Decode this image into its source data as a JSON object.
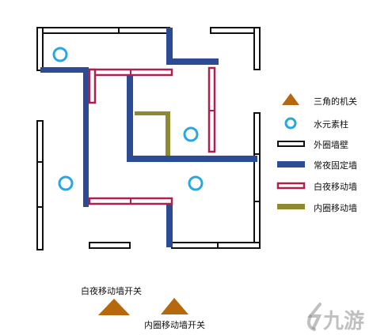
{
  "legend": {
    "items": [
      {
        "label": "三角的机关",
        "icon": "triangle-mechanism-icon"
      },
      {
        "label": "水元素柱",
        "icon": "water-pillar-icon"
      },
      {
        "label": "外圈墙壁",
        "icon": "outer-wall-icon"
      },
      {
        "label": "常夜固定墙",
        "icon": "fixed-wall-icon"
      },
      {
        "label": "白夜移动墙",
        "icon": "white-night-moving-wall-icon"
      },
      {
        "label": "内圈移动墙",
        "icon": "inner-moving-wall-icon"
      }
    ]
  },
  "map": {
    "switch_labels": {
      "white_night": "白夜移动墙开关",
      "inner_ring": "内圈移动墙开关"
    }
  },
  "watermark": "九游",
  "colors": {
    "outer_wall": "#111111",
    "fixed_wall": "#2b4c95",
    "white_night_wall": "#b0204e",
    "inner_wall": "#8f8a30",
    "water_pillar": "#29a7e1",
    "triangle": "#b5680e"
  }
}
